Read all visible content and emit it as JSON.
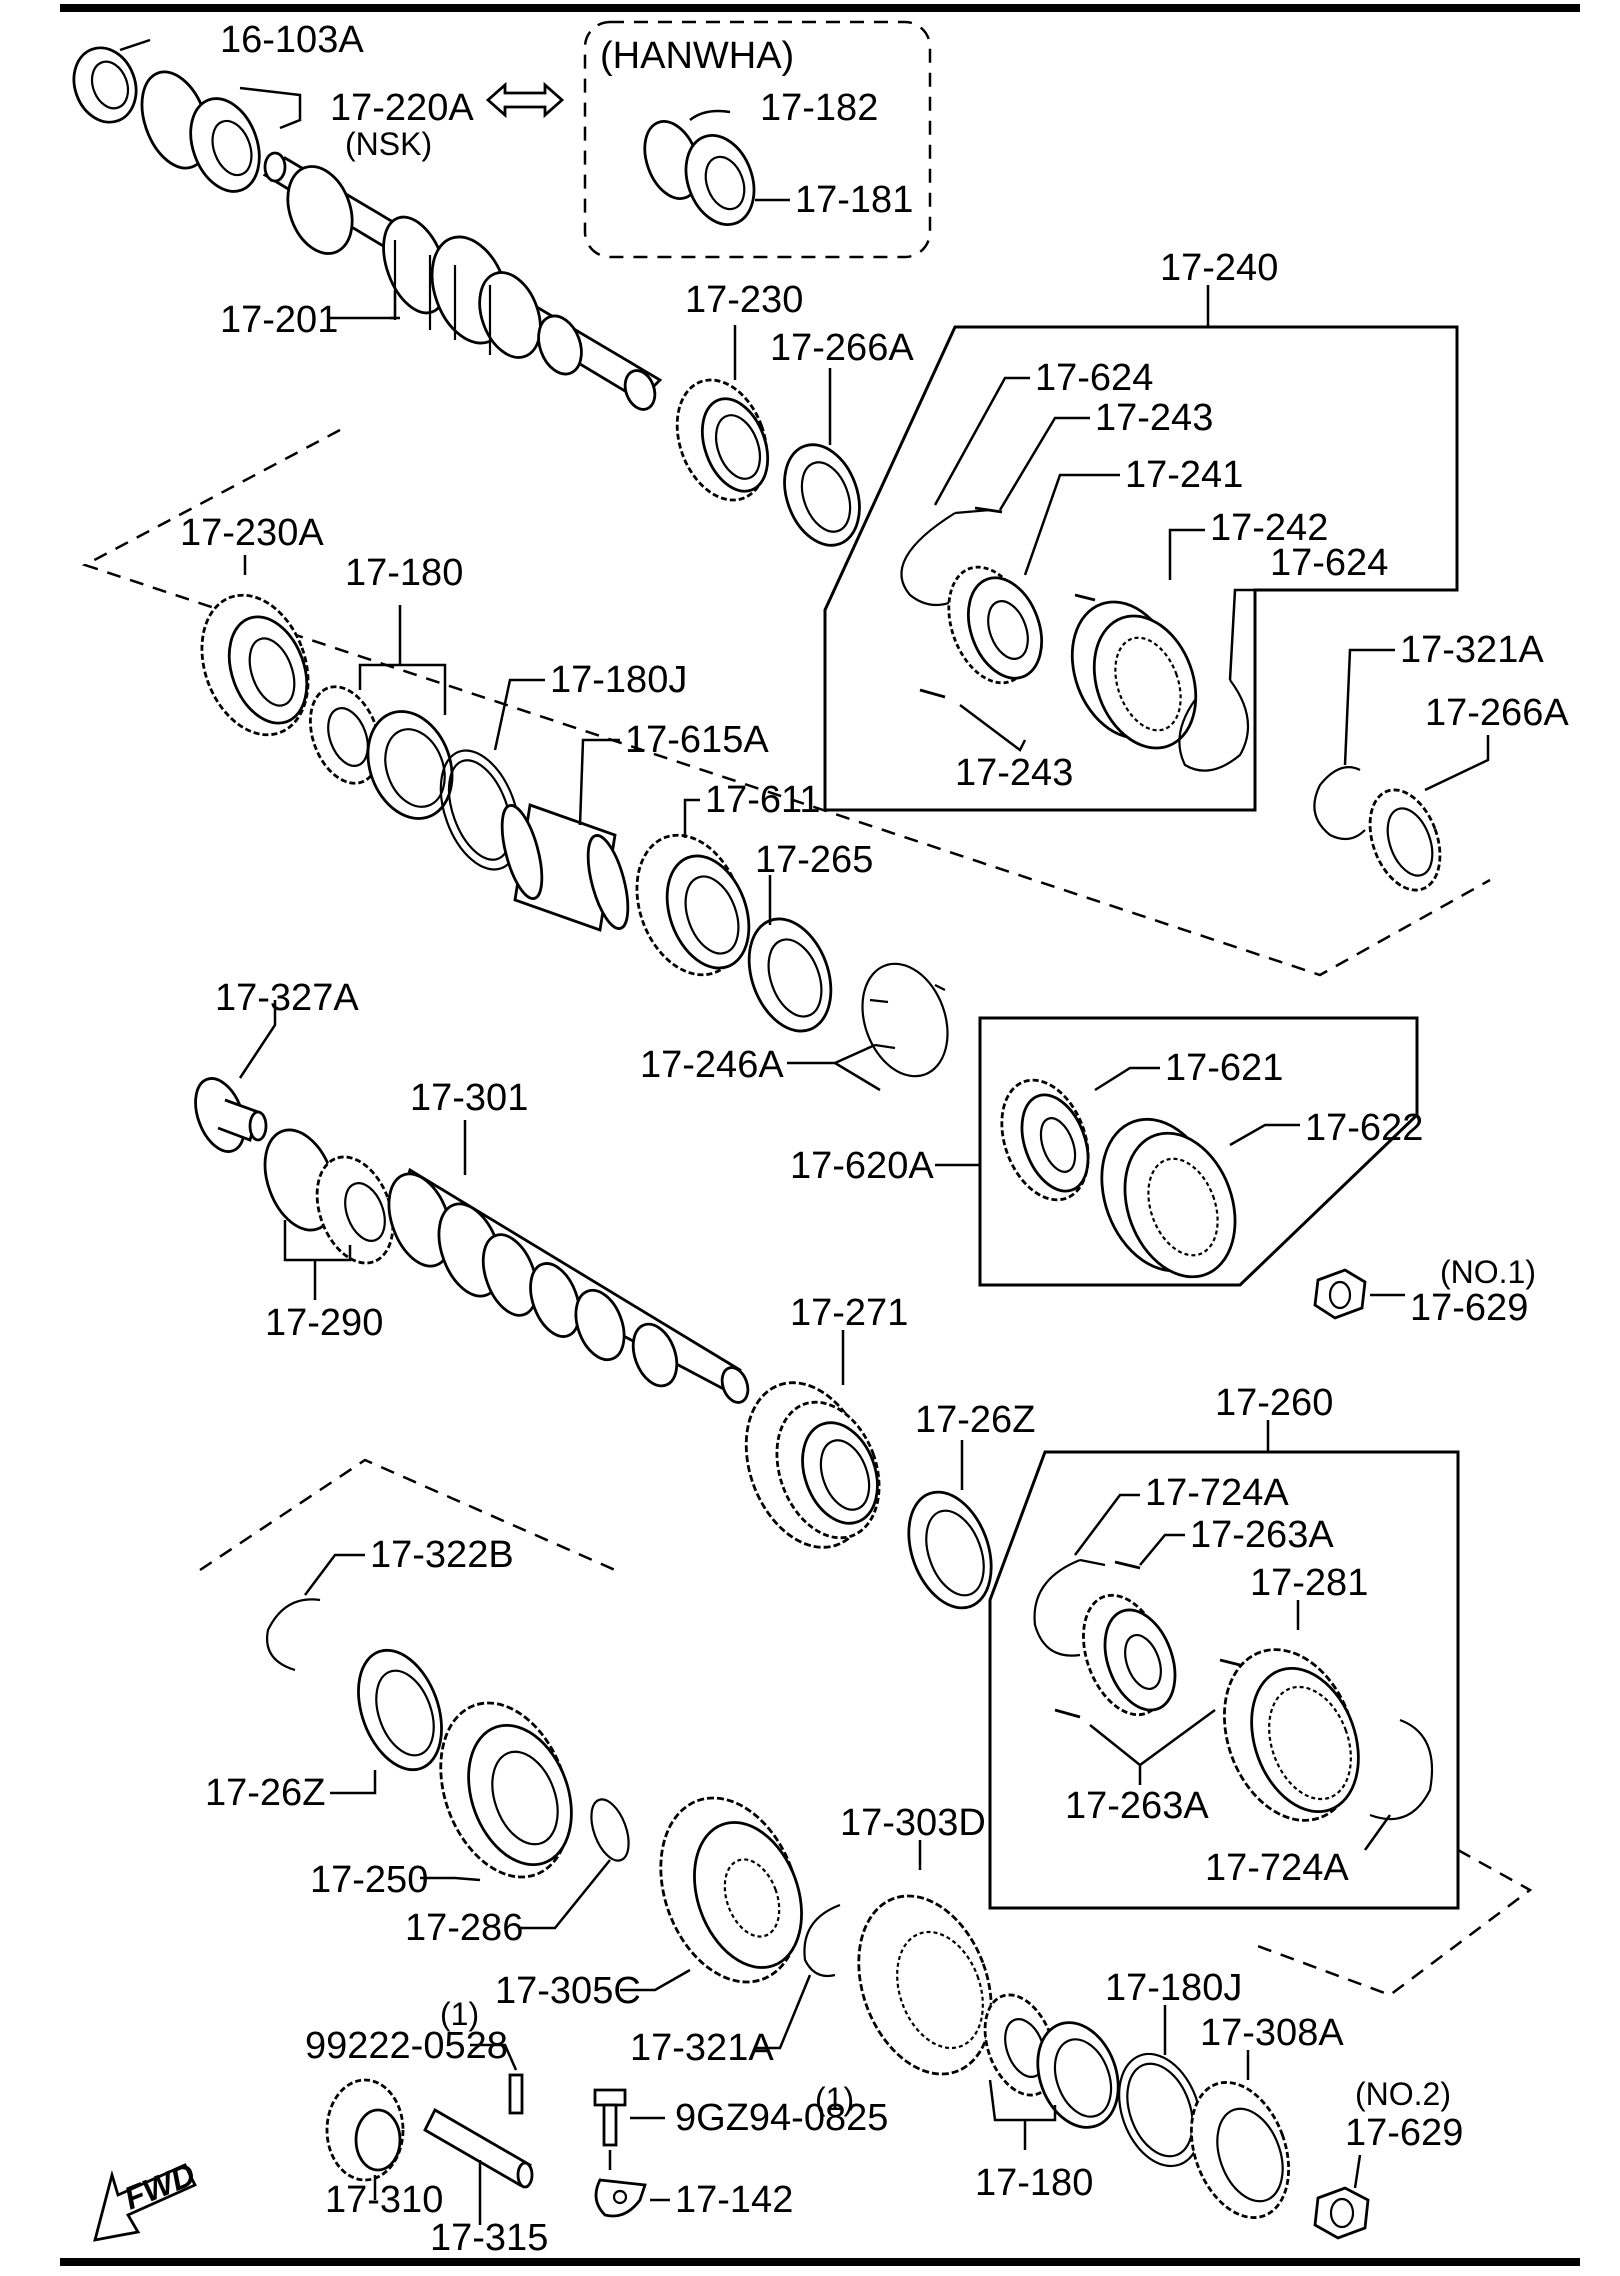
{
  "labels": {
    "16_103A": "16-103A",
    "17_220A": "17-220A",
    "nsk": "(NSK)",
    "hanwha": "(HANWHA)",
    "17_182": "17-182",
    "17_181": "17-181",
    "17_201": "17-201",
    "17_230": "17-230",
    "17_266A_top": "17-266A",
    "17_240": "17-240",
    "17_624_a": "17-624",
    "17_243_a": "17-243",
    "17_241": "17-241",
    "17_242": "17-242",
    "17_624_b": "17-624",
    "17_243_b": "17-243",
    "17_321A_a": "17-321A",
    "17_266A_b": "17-266A",
    "17_230A": "17-230A",
    "17_180_a": "17-180",
    "17_180J_a": "17-180J",
    "17_615A": "17-615A",
    "17_611": "17-611",
    "17_265": "17-265",
    "17_246A": "17-246A",
    "17_327A": "17-327A",
    "17_301": "17-301",
    "17_621": "17-621",
    "17_622": "17-622",
    "17_620A": "17-620A",
    "17_290": "17-290",
    "no1": "(NO.1)",
    "17_629_a": "17-629",
    "17_271": "17-271",
    "17_26Z_a": "17-26Z",
    "17_260": "17-260",
    "17_724A_a": "17-724A",
    "17_263A_a": "17-263A",
    "17_281": "17-281",
    "17_322B": "17-322B",
    "17_26Z_b": "17-26Z",
    "17_263A_b": "17-263A",
    "17_724A_b": "17-724A",
    "17_250": "17-250",
    "17_286": "17-286",
    "17_303D": "17-303D",
    "17_305C": "17-305C",
    "17_321A_b": "17-321A",
    "17_180J_b": "17-180J",
    "17_308A": "17-308A",
    "qty1_a": "(1)",
    "99222": "99222-0528",
    "qty1_b": "(1)",
    "9GZ94": "9GZ94-0825",
    "no2": "(NO.2)",
    "17_629_b": "17-629",
    "17_310": "17-310",
    "17_142": "17-142",
    "17_180_b": "17-180",
    "17_315": "17-315",
    "fwd": "FWD"
  }
}
